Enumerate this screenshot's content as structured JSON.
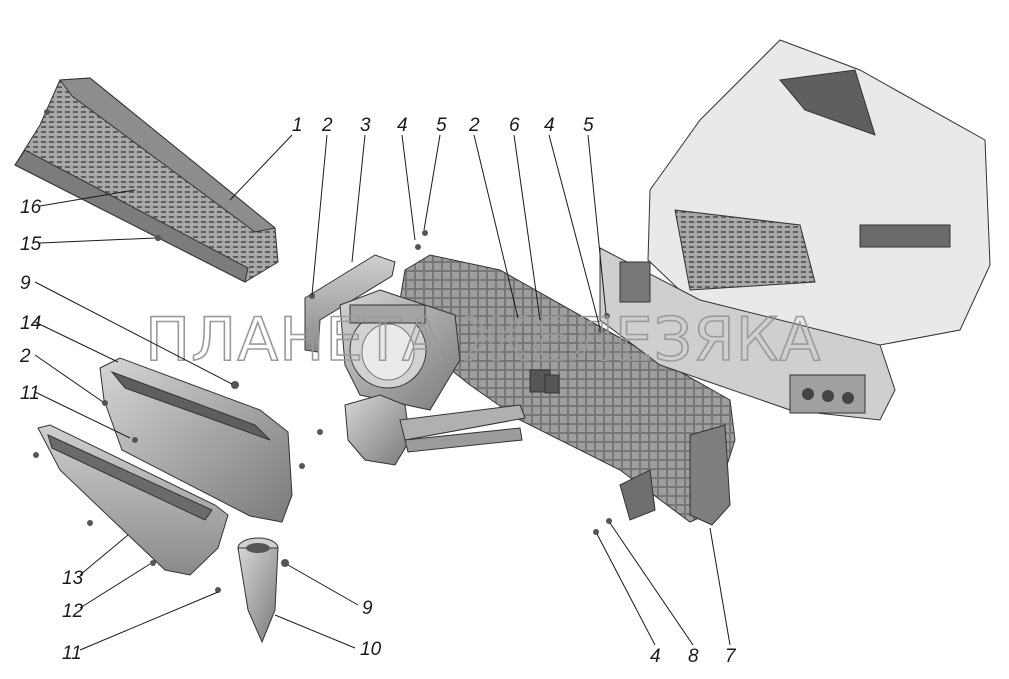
{
  "watermark": "ПЛАНЕТА ЖЕЛЕЗЯКА",
  "callouts": [
    "1",
    "2",
    "3",
    "4",
    "5",
    "2",
    "6",
    "4",
    "5",
    "16",
    "15",
    "9",
    "14",
    "2",
    "11",
    "13",
    "12",
    "11",
    "9",
    "10",
    "4",
    "8",
    "7"
  ],
  "colors": {
    "part_fill": "#b8b8b8",
    "part_dark": "#6e6e6e",
    "part_light": "#dcdcdc",
    "line": "#1a1a1a"
  }
}
